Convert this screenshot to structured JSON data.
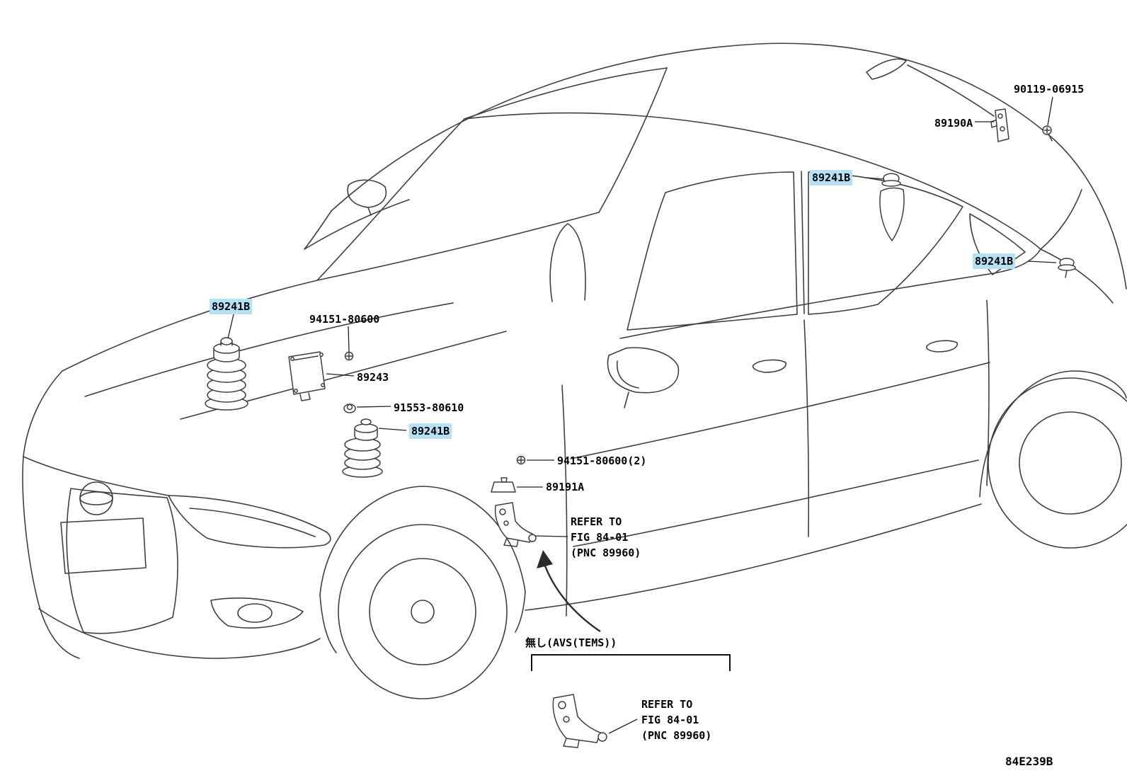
{
  "diagram": {
    "code": "84E239B",
    "note_avs": "無し(AVS(TEMS))",
    "refer": {
      "line1": "REFER TO",
      "line2": "FIG 84-01",
      "line3": "(PNC 89960)"
    },
    "parts": {
      "p90119": "90119-06915",
      "p89190A": "89190A",
      "p89241B": "89241B",
      "p94151": "94151-80600",
      "p89243": "89243",
      "p91553": "91553-80610",
      "p94151_2": "94151-80600(2)",
      "p89191A": "89191A"
    },
    "colors": {
      "highlight": "#b5e1f4",
      "line_art": "#3f3f3f",
      "text": "#000000"
    }
  }
}
